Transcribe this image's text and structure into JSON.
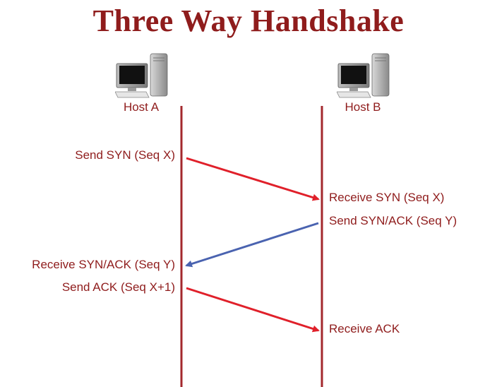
{
  "title": "Three Way Handshake",
  "hosts": {
    "a": {
      "label": "Host A"
    },
    "b": {
      "label": "Host B"
    }
  },
  "events": {
    "a_send_syn": "Send SYN (Seq X)",
    "b_receive_syn": "Receive SYN (Seq X)",
    "b_send_synack": "Send SYN/ACK (Seq Y)",
    "a_receive_synack": "Receive SYN/ACK (Seq Y)",
    "a_send_ack": "Send ACK (Seq X+1)",
    "b_receive_ack": "Receive ACK"
  },
  "colors": {
    "title": "#8f1c1c",
    "timeline": "#a3282d",
    "arrow_red": "#e0202a",
    "arrow_blue": "#4a63b0"
  }
}
